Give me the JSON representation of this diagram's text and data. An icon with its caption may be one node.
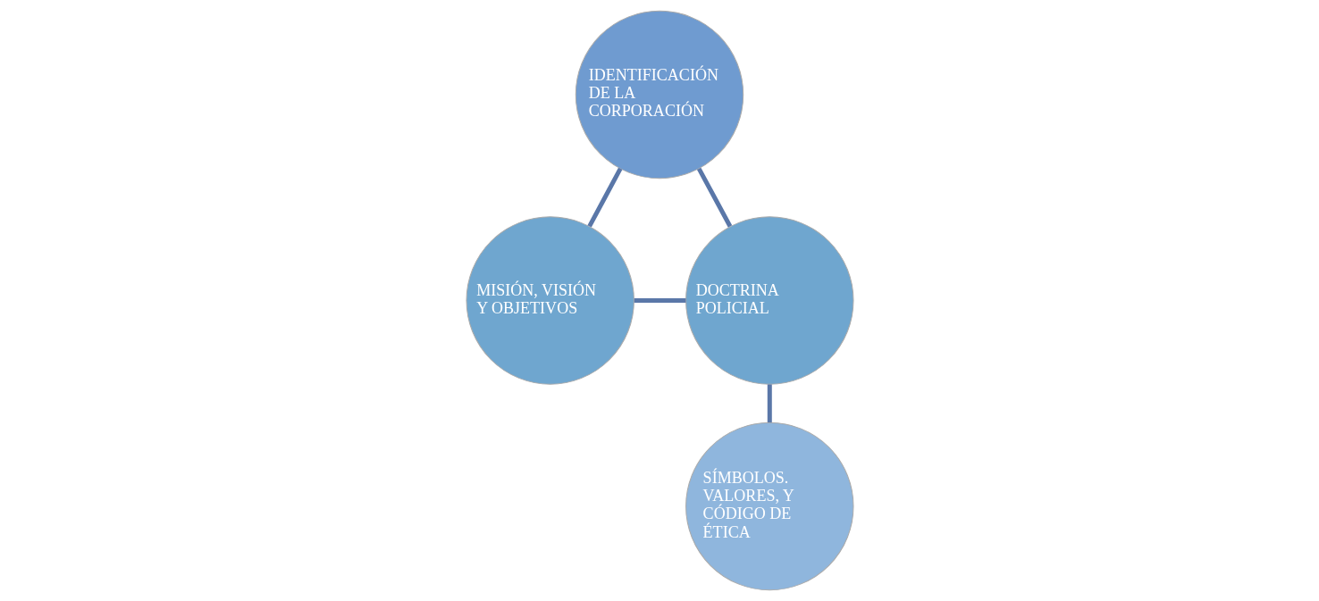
{
  "diagram": {
    "nodes": [
      {
        "text": [
          "IDENTIFICACIÓN DE LA CORPORACIÓN"
        ]
      },
      {
        "text": [
          "MISIÓN, VISIÓN Y OBJETIVOS"
        ]
      },
      {
        "text": [
          "DOCTRINA POLICIAL"
        ]
      },
      {
        "text": [
          "SÍMBOLOS. VALORES, Y CÓDIGO DE ÉTICA"
        ]
      }
    ],
    "edges": [
      {
        "from": 0,
        "to": 1,
        "arrow": "none"
      },
      {
        "from": 0,
        "to": 2,
        "arrow": "none"
      },
      {
        "from": 1,
        "to": 2,
        "arrow": "none"
      },
      {
        "from": 2,
        "to": 3,
        "arrow": "none"
      }
    ]
  }
}
